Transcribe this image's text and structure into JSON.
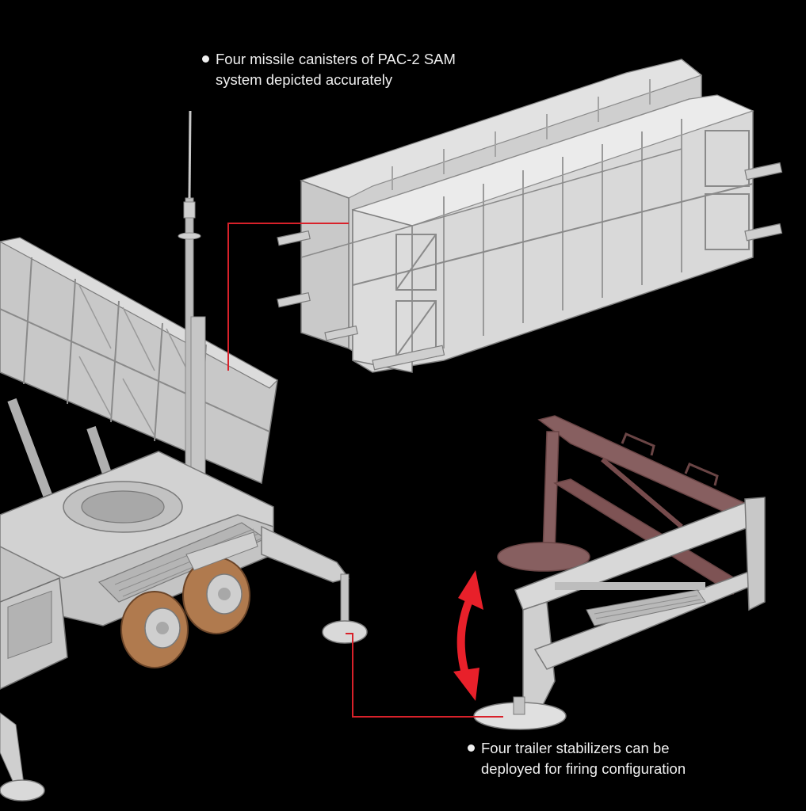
{
  "callouts": {
    "canisters": {
      "line1": "Four missile canisters of PAC-2 SAM",
      "line2": "system depicted accurately"
    },
    "stabilizers": {
      "line1": "Four trailer stabilizers can be",
      "line2": "deployed for firing configuration"
    }
  },
  "colors": {
    "background": "#000000",
    "model_grey": "#d6d6d6",
    "leader_line": "#d8212a",
    "arrow": "#e8202a",
    "tyre": "#b07a4e",
    "ghost_stabilizer": "#b47f80"
  }
}
